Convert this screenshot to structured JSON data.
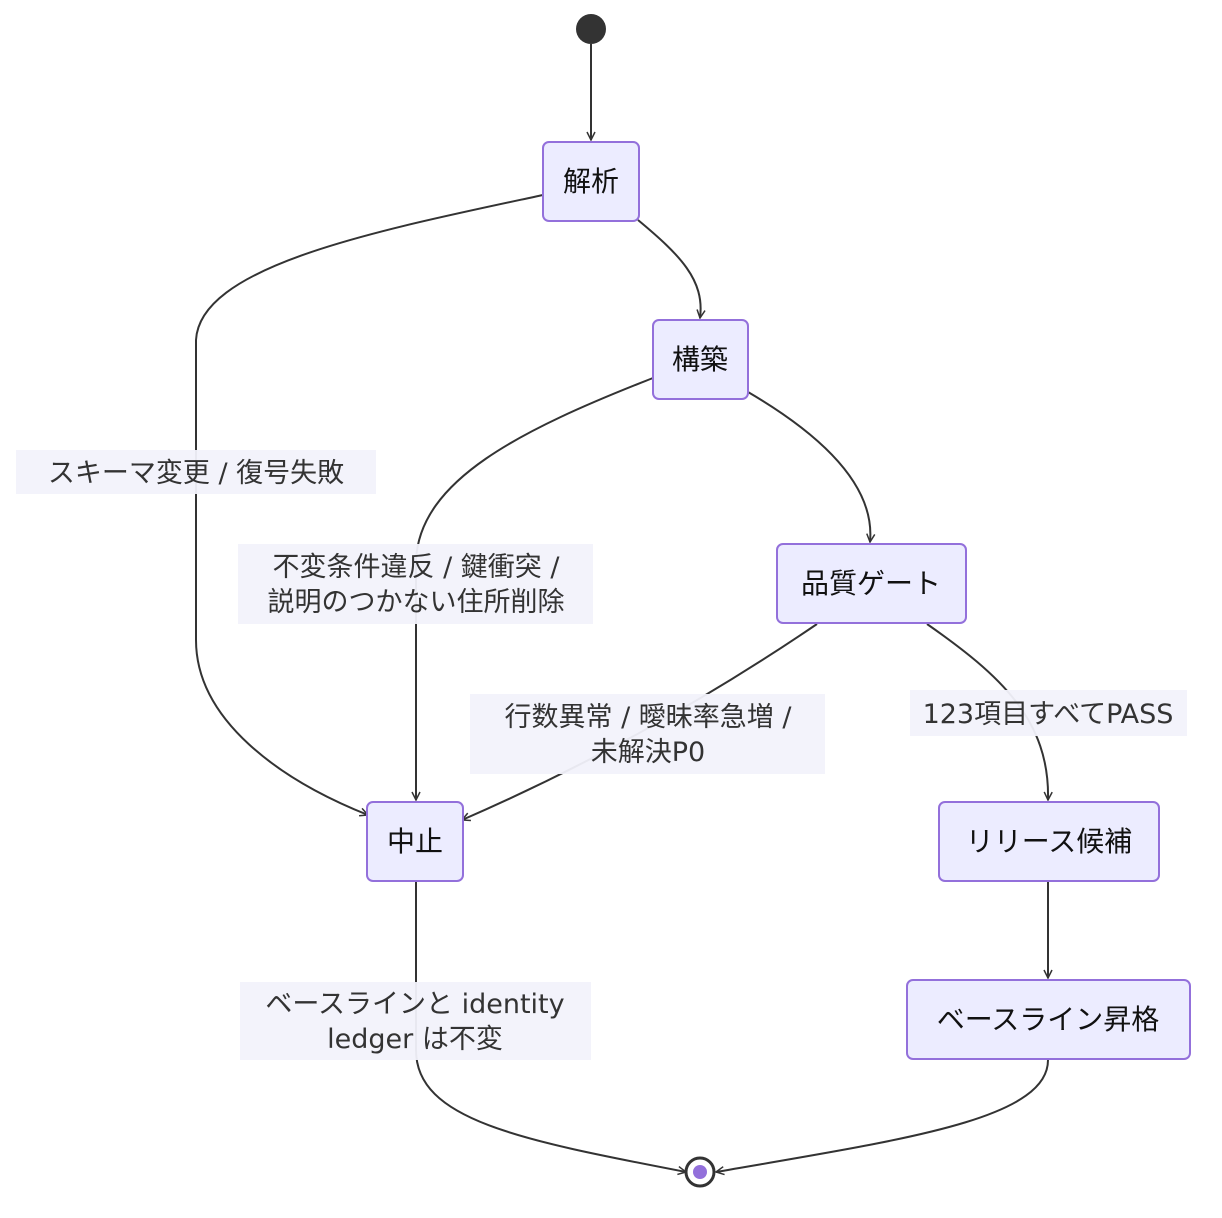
{
  "diagram": {
    "nodes": {
      "kaiseki": "解析",
      "kouchiku": "構築",
      "hinshitsu_gate": "品質ゲート",
      "chuushi": "中止",
      "release_kouho": "リリース候補",
      "baseline_shoukaku": "ベースライン昇格"
    },
    "edge_labels": {
      "kaiseki_to_chuushi": [
        "スキーマ変更 / 復号失敗"
      ],
      "kouchiku_to_chuushi": [
        "不変条件違反 / 鍵衝突 /",
        "説明のつかない住所削除"
      ],
      "gate_to_chuushi": [
        "行数異常 / 曖昧率急増 /",
        "未解決P0"
      ],
      "gate_to_release": [
        "123項目すべてPASS"
      ],
      "chuushi_to_end": [
        "ベースラインと identity",
        "ledger は不変"
      ]
    }
  }
}
